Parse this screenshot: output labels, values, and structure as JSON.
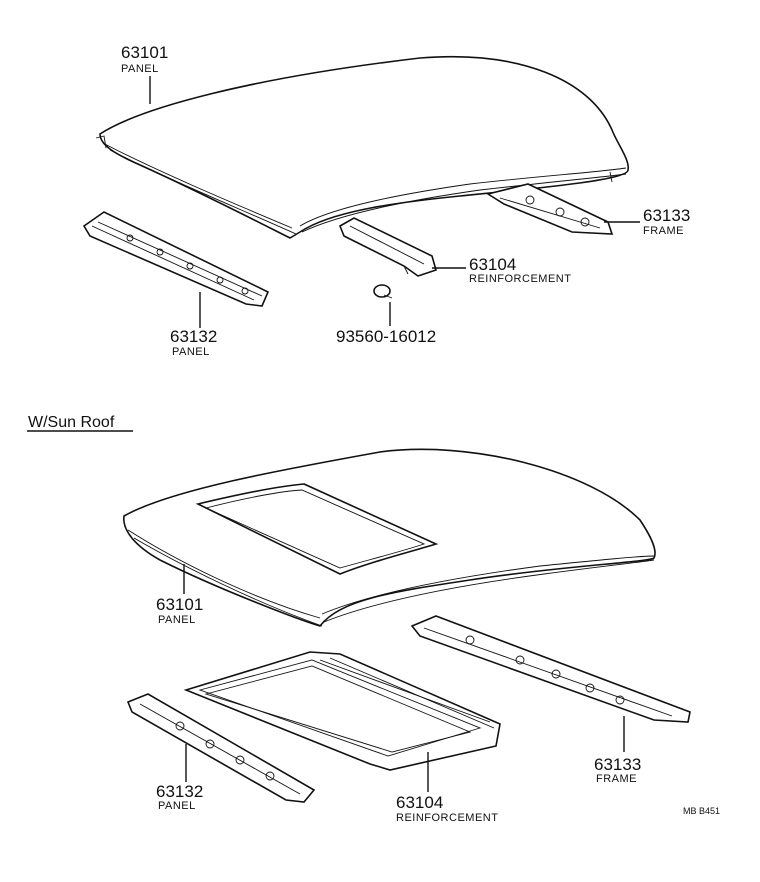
{
  "top_group": {
    "panel": {
      "number": "63101",
      "name": "PANEL"
    },
    "panel_rear": {
      "number": "63132",
      "name": "PANEL"
    },
    "reinforcement": {
      "number": "63104",
      "name": "REINFORCEMENT"
    },
    "frame": {
      "number": "63133",
      "name": "FRAME"
    },
    "clip": {
      "number": "93560-16012"
    }
  },
  "section_title": "W/Sun Roof",
  "sunroof_group": {
    "panel": {
      "number": "63101",
      "name": "PANEL"
    },
    "panel_rear": {
      "number": "63132",
      "name": "PANEL"
    },
    "reinforcement": {
      "number": "63104",
      "name": "REINFORCEMENT"
    },
    "frame": {
      "number": "63133",
      "name": "FRAME"
    }
  },
  "diagram_code": "MB B451"
}
